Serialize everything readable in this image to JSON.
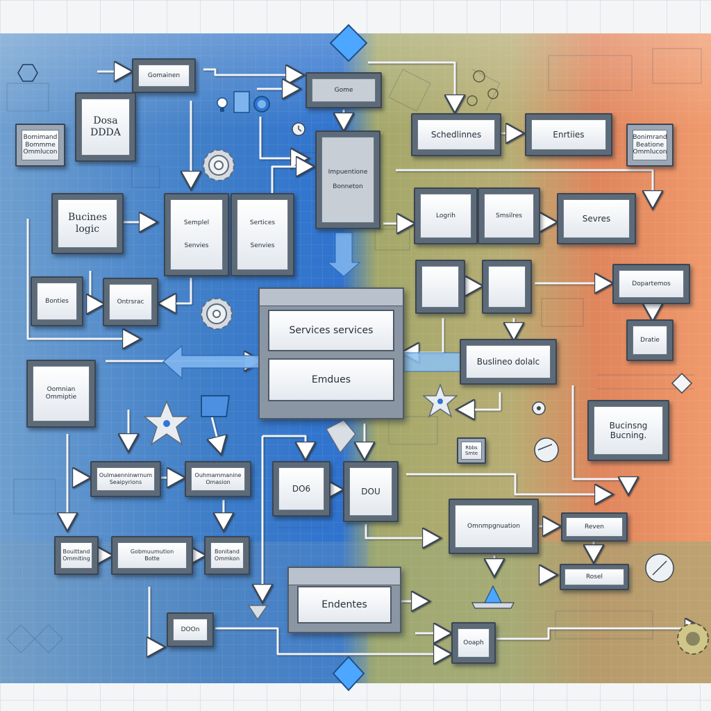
{
  "diagram": {
    "nodes": {
      "comp_top": "Gomainen",
      "core": "Gome",
      "data_top": "Dosa\nDDDA",
      "biz_left_note": "Bomimand\nBommme\nOmmlucon",
      "implementation": "Impuentione\n\nBonneton",
      "schedules": "Schedlinnes",
      "entities_top": "Enrtiies",
      "biz_right_note": "Bonimrand\nBeatione\nOmmlucon",
      "business_logic": "Bucines\nlogic",
      "sample": "Semplel\n\n\nSenvies",
      "services_mid": "Sertices\n\n\nSenvies",
      "login": "Logrih",
      "services_small": "Smsilres",
      "services_right": "Sevres",
      "dependencies": "Dopartemos",
      "business": "Bonties",
      "orders": "Ontrsrac",
      "data_small": "Dratie",
      "common_left": "Oomnian\nOmmiptie",
      "business_module": "Buslineo dolalc",
      "business_note": "Bucinsng\nBucning.",
      "ref_note": "Rbbs\nSmte",
      "configuration": "Oulmaenninwrnum\nSeaipyrions",
      "configuration_b": "Ouhmammanine\nOmasion",
      "dog": "DO6",
      "dou": "DOU",
      "comp_right": "Omnmpgnuation",
      "review": "Reven",
      "result": "Rosel",
      "business_left": "Bouittand\nOmmiting",
      "common_bottom": "Gobmuumution\nBotte",
      "business_bottom": "Bonitand\nOmmkon",
      "doon": "DOOn",
      "endentes": "Endentes",
      "graph": "Ooaph"
    },
    "central_panel": {
      "services": "Services services",
      "entities": "Emdues"
    },
    "sections": {
      "blue_accent": "#2f77d4",
      "olive_accent": "#9aa05a",
      "coral_accent": "#e66d4e"
    },
    "icons": [
      "gear-icon",
      "diamond-icon",
      "star-icon",
      "lightbulb-icon",
      "gauge-icon",
      "arrow-icon"
    ]
  }
}
